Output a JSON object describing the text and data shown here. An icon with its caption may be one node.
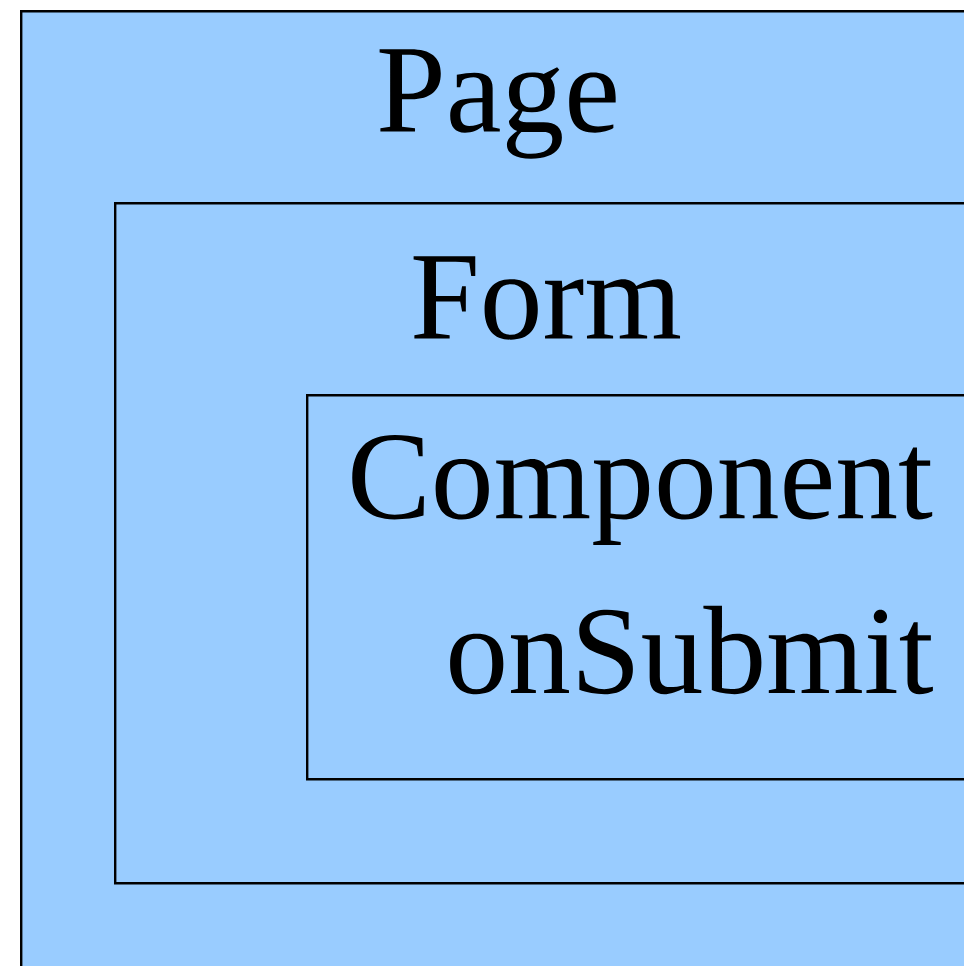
{
  "diagram": {
    "nodes": [
      {
        "text": [
          "Page"
        ]
      },
      {
        "text": [
          "Form"
        ],
        "in": 0
      },
      {
        "text": [
          "Component",
          "onSubmit"
        ],
        "in": 1
      }
    ]
  }
}
